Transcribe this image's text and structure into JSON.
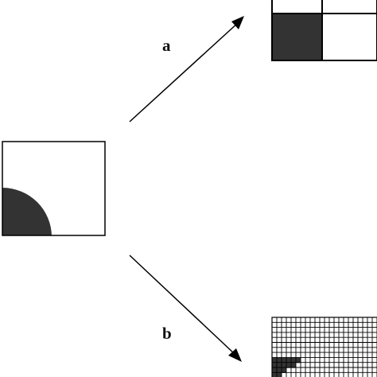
{
  "labels": {
    "arrow_a": "a",
    "arrow_b": "b"
  },
  "colors": {
    "fill": "#333333",
    "stroke": "#000000",
    "background": "#ffffff"
  },
  "source_panel": {
    "shape": "quarter-disc"
  },
  "coarse_grid": {
    "columns": 2,
    "rows": 2,
    "filled_cells": [
      [
        0,
        1
      ]
    ]
  },
  "fine_grid": {
    "columns": 22,
    "rows": 12,
    "filled_cells_per_row_from_bottom": [
      2,
      3,
      5,
      6
    ]
  }
}
